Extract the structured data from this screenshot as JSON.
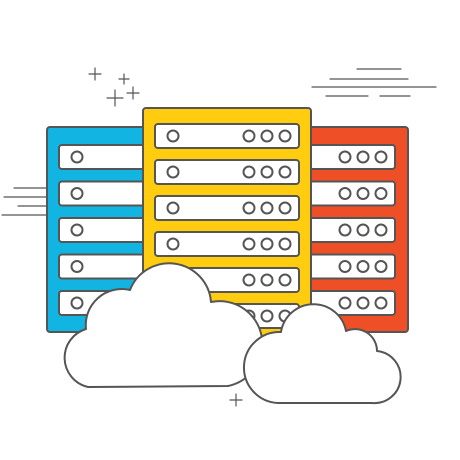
{
  "illustration": {
    "subject": "cloud-server-racks",
    "icon_names": [
      "server-rack-icon",
      "cloud-icon",
      "sparkle-icon",
      "speed-lines-icon"
    ],
    "colors": {
      "background": "#ffffff",
      "outline": "#555555",
      "rack_left": "#12B4E2",
      "rack_center": "#FFCC0F",
      "rack_right": "#EE4F26",
      "slot_fill": "#ffffff",
      "cloud_fill": "#ffffff"
    },
    "racks": [
      {
        "name": "left",
        "slots": 5,
        "led_count": 3
      },
      {
        "name": "center",
        "slots": 6,
        "led_count": 3
      },
      {
        "name": "right",
        "slots": 5,
        "led_count": 3
      }
    ],
    "clouds": 2
  }
}
